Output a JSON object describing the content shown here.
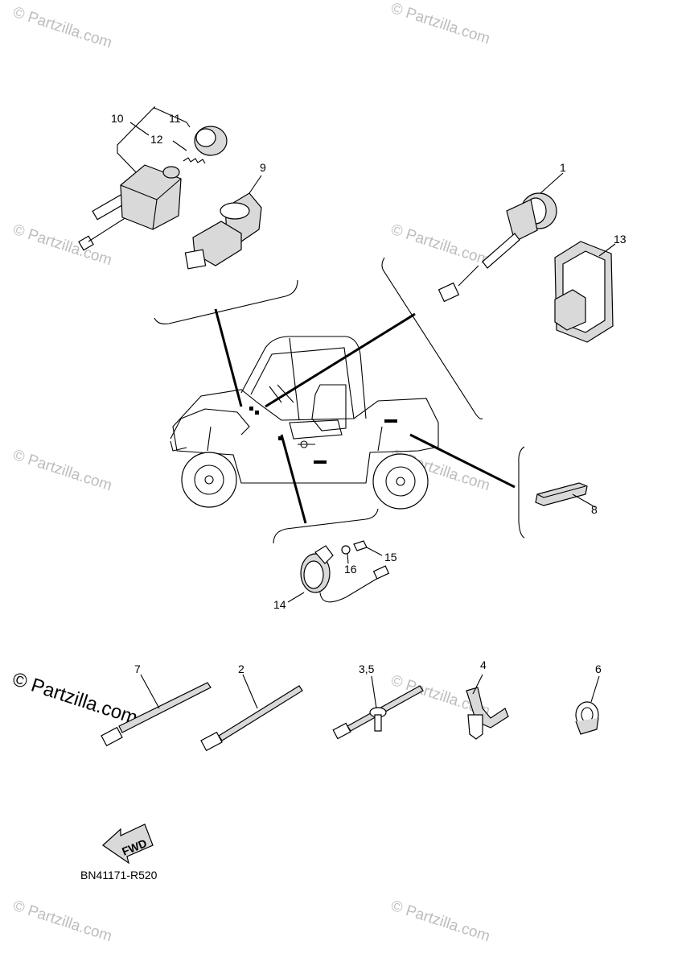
{
  "watermark": {
    "text": "© Partzilla.com"
  },
  "reference_code": "BN41171-R520",
  "fwd_label": "FWD",
  "callouts": {
    "c1": "1",
    "c2": "2",
    "c3_5": "3,5",
    "c4": "4",
    "c6": "6",
    "c7": "7",
    "c8": "8",
    "c9": "9",
    "c10": "10",
    "c11": "11",
    "c12": "12",
    "c13": "13",
    "c14": "14",
    "c15": "15",
    "c16": "16"
  }
}
